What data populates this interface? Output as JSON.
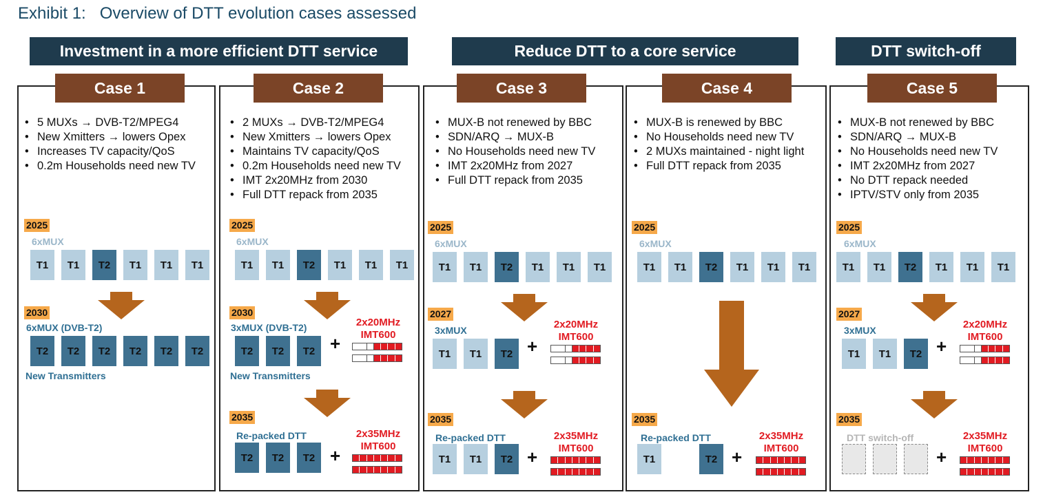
{
  "title": "Exhibit 1:   Overview of DTT evolution cases assessed",
  "groups": [
    {
      "label": "Investment in a more efficient DTT service"
    },
    {
      "label": "Reduce DTT to a core service"
    },
    {
      "label": "DTT switch-off"
    }
  ],
  "cases": [
    {
      "label": "Case 1",
      "bullets": [
        "5 MUXs → DVB-T2/MPEG4",
        "New Xmitters → lowers Opex",
        "Increases TV capacity/QoS",
        "0.2m Households need new TV"
      ],
      "stage1_year": "2025",
      "stage1_mux": "6xMUX",
      "stage1_boxes": [
        "T1",
        "T1",
        "T2",
        "T1",
        "T1",
        "T1"
      ],
      "stage2_year": "2030",
      "stage2_mux": "6xMUX (DVB-T2)",
      "stage2_boxes": [
        "T2",
        "T2",
        "T2",
        "T2",
        "T2",
        "T2"
      ],
      "stage2_note": "New Transmitters"
    },
    {
      "label": "Case 2",
      "bullets": [
        "2 MUXs → DVB-T2/MPEG4",
        "New Xmitters → lowers Opex",
        "Maintains TV capacity/QoS",
        "0.2m Households need new TV",
        "IMT 2x20MHz from 2030",
        "Full DTT repack from 2035"
      ],
      "stage1_year": "2025",
      "stage1_mux": "6xMUX",
      "stage1_boxes": [
        "T1",
        "T1",
        "T2",
        "T1",
        "T1",
        "T1"
      ],
      "stage2_year": "2030",
      "stage2_mux": "3xMUX (DVB-T2)",
      "stage2_boxes": [
        "T2",
        "T2",
        "T2"
      ],
      "stage2_note": "New Transmitters",
      "stage2_imt": [
        "2x20MHz",
        "IMT600"
      ],
      "stage3_year": "2035",
      "stage3_mux": "Re-packed DTT",
      "stage3_boxes": [
        "T2",
        "T2",
        "T2"
      ],
      "stage3_imt": [
        "2x35MHz",
        "IMT600"
      ]
    },
    {
      "label": "Case 3",
      "bullets": [
        "MUX-B not renewed by BBC",
        "SDN/ARQ → MUX-B",
        "No Households need new TV",
        "IMT 2x20MHz from 2027",
        "Full DTT repack from 2035"
      ],
      "stage1_year": "2025",
      "stage1_mux": "6xMUX",
      "stage1_boxes": [
        "T1",
        "T1",
        "T2",
        "T1",
        "T1",
        "T1"
      ],
      "stage2_year": "2027",
      "stage2_mux": "3xMUX",
      "stage2_boxes": [
        "T1",
        "T1",
        "T2"
      ],
      "stage2_imt": [
        "2x20MHz",
        "IMT600"
      ],
      "stage3_year": "2035",
      "stage3_mux": "Re-packed DTT",
      "stage3_boxes": [
        "T1",
        "T1",
        "T2"
      ],
      "stage3_imt": [
        "2x35MHz",
        "IMT600"
      ]
    },
    {
      "label": "Case 4",
      "bullets": [
        "MUX-B is renewed by BBC",
        "No Households need new TV",
        "2 MUXs maintained - night light",
        "Full DTT repack from 2035"
      ],
      "stage1_year": "2025",
      "stage1_mux": "6xMUX",
      "stage1_boxes": [
        "T1",
        "T1",
        "T2",
        "T1",
        "T1",
        "T1"
      ],
      "stage3_year": "2035",
      "stage3_mux": "Re-packed DTT",
      "stage3_boxes": [
        "T1",
        "T2"
      ],
      "stage3_imt": [
        "2x35MHz",
        "IMT600"
      ]
    },
    {
      "label": "Case 5",
      "bullets": [
        "MUX-B not renewed by BBC",
        "SDN/ARQ → MUX-B",
        "No Households need new TV",
        "IMT 2x20MHz from 2027",
        "No DTT repack needed",
        "IPTV/STV only from 2035"
      ],
      "stage1_year": "2025",
      "stage1_mux": "6xMUX",
      "stage1_boxes": [
        "T1",
        "T1",
        "T2",
        "T1",
        "T1",
        "T1"
      ],
      "stage2_year": "2027",
      "stage2_mux": "3xMUX",
      "stage2_boxes": [
        "T1",
        "T1",
        "T2"
      ],
      "stage2_imt": [
        "2x20MHz",
        "IMT600"
      ],
      "stage3_year": "2035",
      "stage3_mux": "DTT switch-off",
      "stage3_imt": [
        "2x35MHz",
        "IMT600"
      ]
    }
  ],
  "colors": {
    "spectrum_red": "#e11b22",
    "t1": "#b6cfdf",
    "t2": "#3f7190",
    "arrow": "#b5651d",
    "year_tag": "#f6a94a",
    "case_label": "#7b4427",
    "group_bar": "#1f3b4d"
  }
}
